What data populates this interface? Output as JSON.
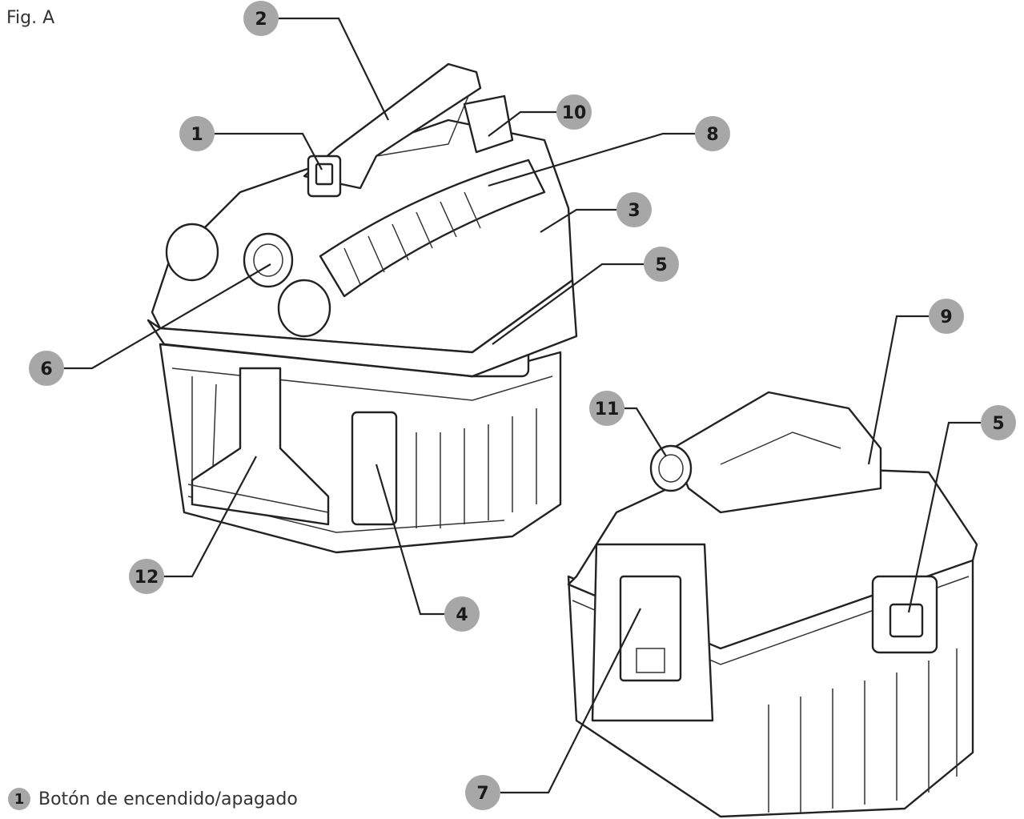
{
  "figure_label": "Fig. A",
  "callouts": [
    {
      "id": "c1",
      "number": "1"
    },
    {
      "id": "c2",
      "number": "2"
    },
    {
      "id": "c3",
      "number": "3"
    },
    {
      "id": "c4",
      "number": "4"
    },
    {
      "id": "c5a",
      "number": "5"
    },
    {
      "id": "c5b",
      "number": "5"
    },
    {
      "id": "c6",
      "number": "6"
    },
    {
      "id": "c7",
      "number": "7"
    },
    {
      "id": "c8",
      "number": "8"
    },
    {
      "id": "c9",
      "number": "9"
    },
    {
      "id": "c10",
      "number": "10"
    },
    {
      "id": "c11",
      "number": "11"
    },
    {
      "id": "c12",
      "number": "12"
    }
  ],
  "legend": [
    {
      "number": "1",
      "text": "Botón de encendido/apagado"
    }
  ]
}
